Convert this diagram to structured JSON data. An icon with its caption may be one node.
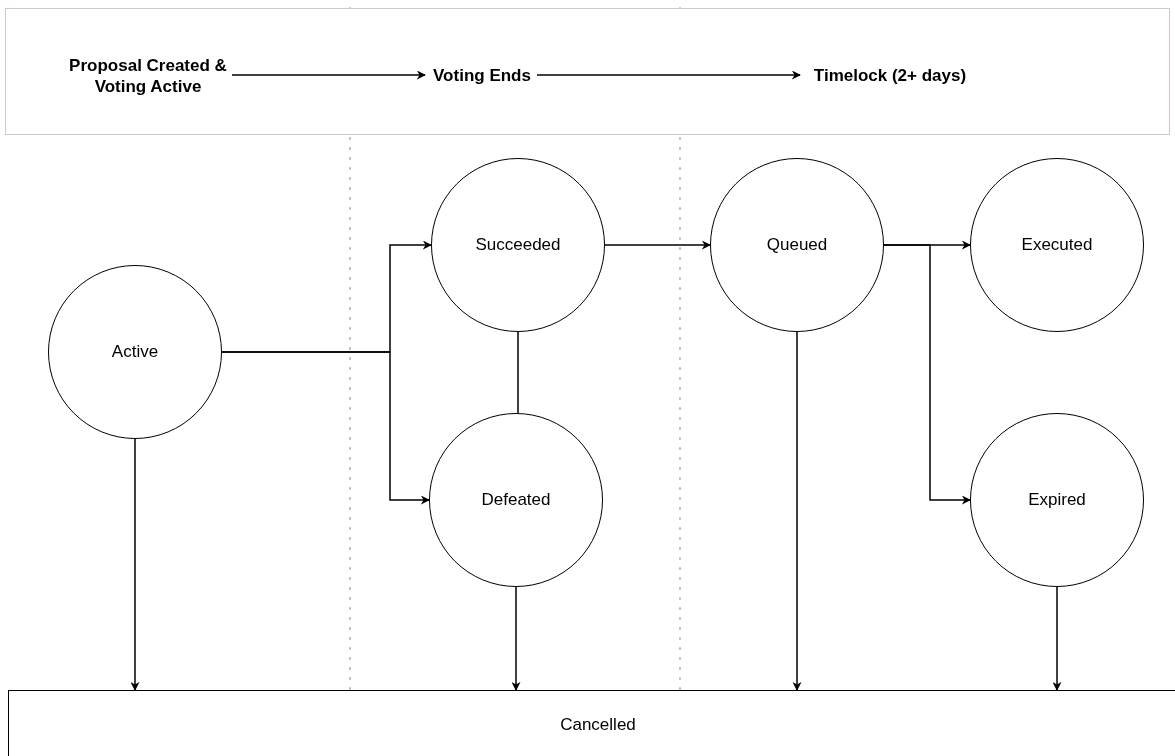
{
  "diagram": {
    "nodes": [
      {
        "text": [],
        "shape": "box"
      },
      {
        "text": [
          "Proposal Created & Voting Active"
        ],
        "in": 0
      },
      {
        "text": [
          "Voting Ends"
        ],
        "in": 0
      },
      {
        "text": [
          "Timelock (2+ days)"
        ],
        "in": 0
      },
      {
        "text": [
          "Active"
        ]
      },
      {
        "text": [
          "Succeeded"
        ]
      },
      {
        "text": [
          "Defeated"
        ]
      },
      {
        "text": [
          "Queued"
        ]
      },
      {
        "text": [
          "Executed"
        ]
      },
      {
        "text": [
          "Expired"
        ]
      },
      {
        "text": [
          "Cancelled"
        ]
      }
    ],
    "edges": [
      {
        "from": 1,
        "to": 2,
        "arrow": "to"
      },
      {
        "from": 2,
        "to": 3,
        "arrow": "to"
      },
      {
        "from": 4,
        "to": 5,
        "arrow": "to"
      },
      {
        "from": 4,
        "to": 6,
        "arrow": "to"
      },
      {
        "from": 5,
        "to": 6,
        "arrow": "none"
      },
      {
        "from": 5,
        "to": 7,
        "arrow": "to"
      },
      {
        "from": 7,
        "to": 8,
        "arrow": "to"
      },
      {
        "from": 7,
        "to": 9,
        "arrow": "to"
      },
      {
        "from": 4,
        "to": 10,
        "arrow": "to"
      },
      {
        "from": 6,
        "to": 10,
        "arrow": "to"
      },
      {
        "from": 7,
        "to": 10,
        "arrow": "to"
      },
      {
        "from": 9,
        "to": 10,
        "arrow": "to"
      }
    ]
  }
}
